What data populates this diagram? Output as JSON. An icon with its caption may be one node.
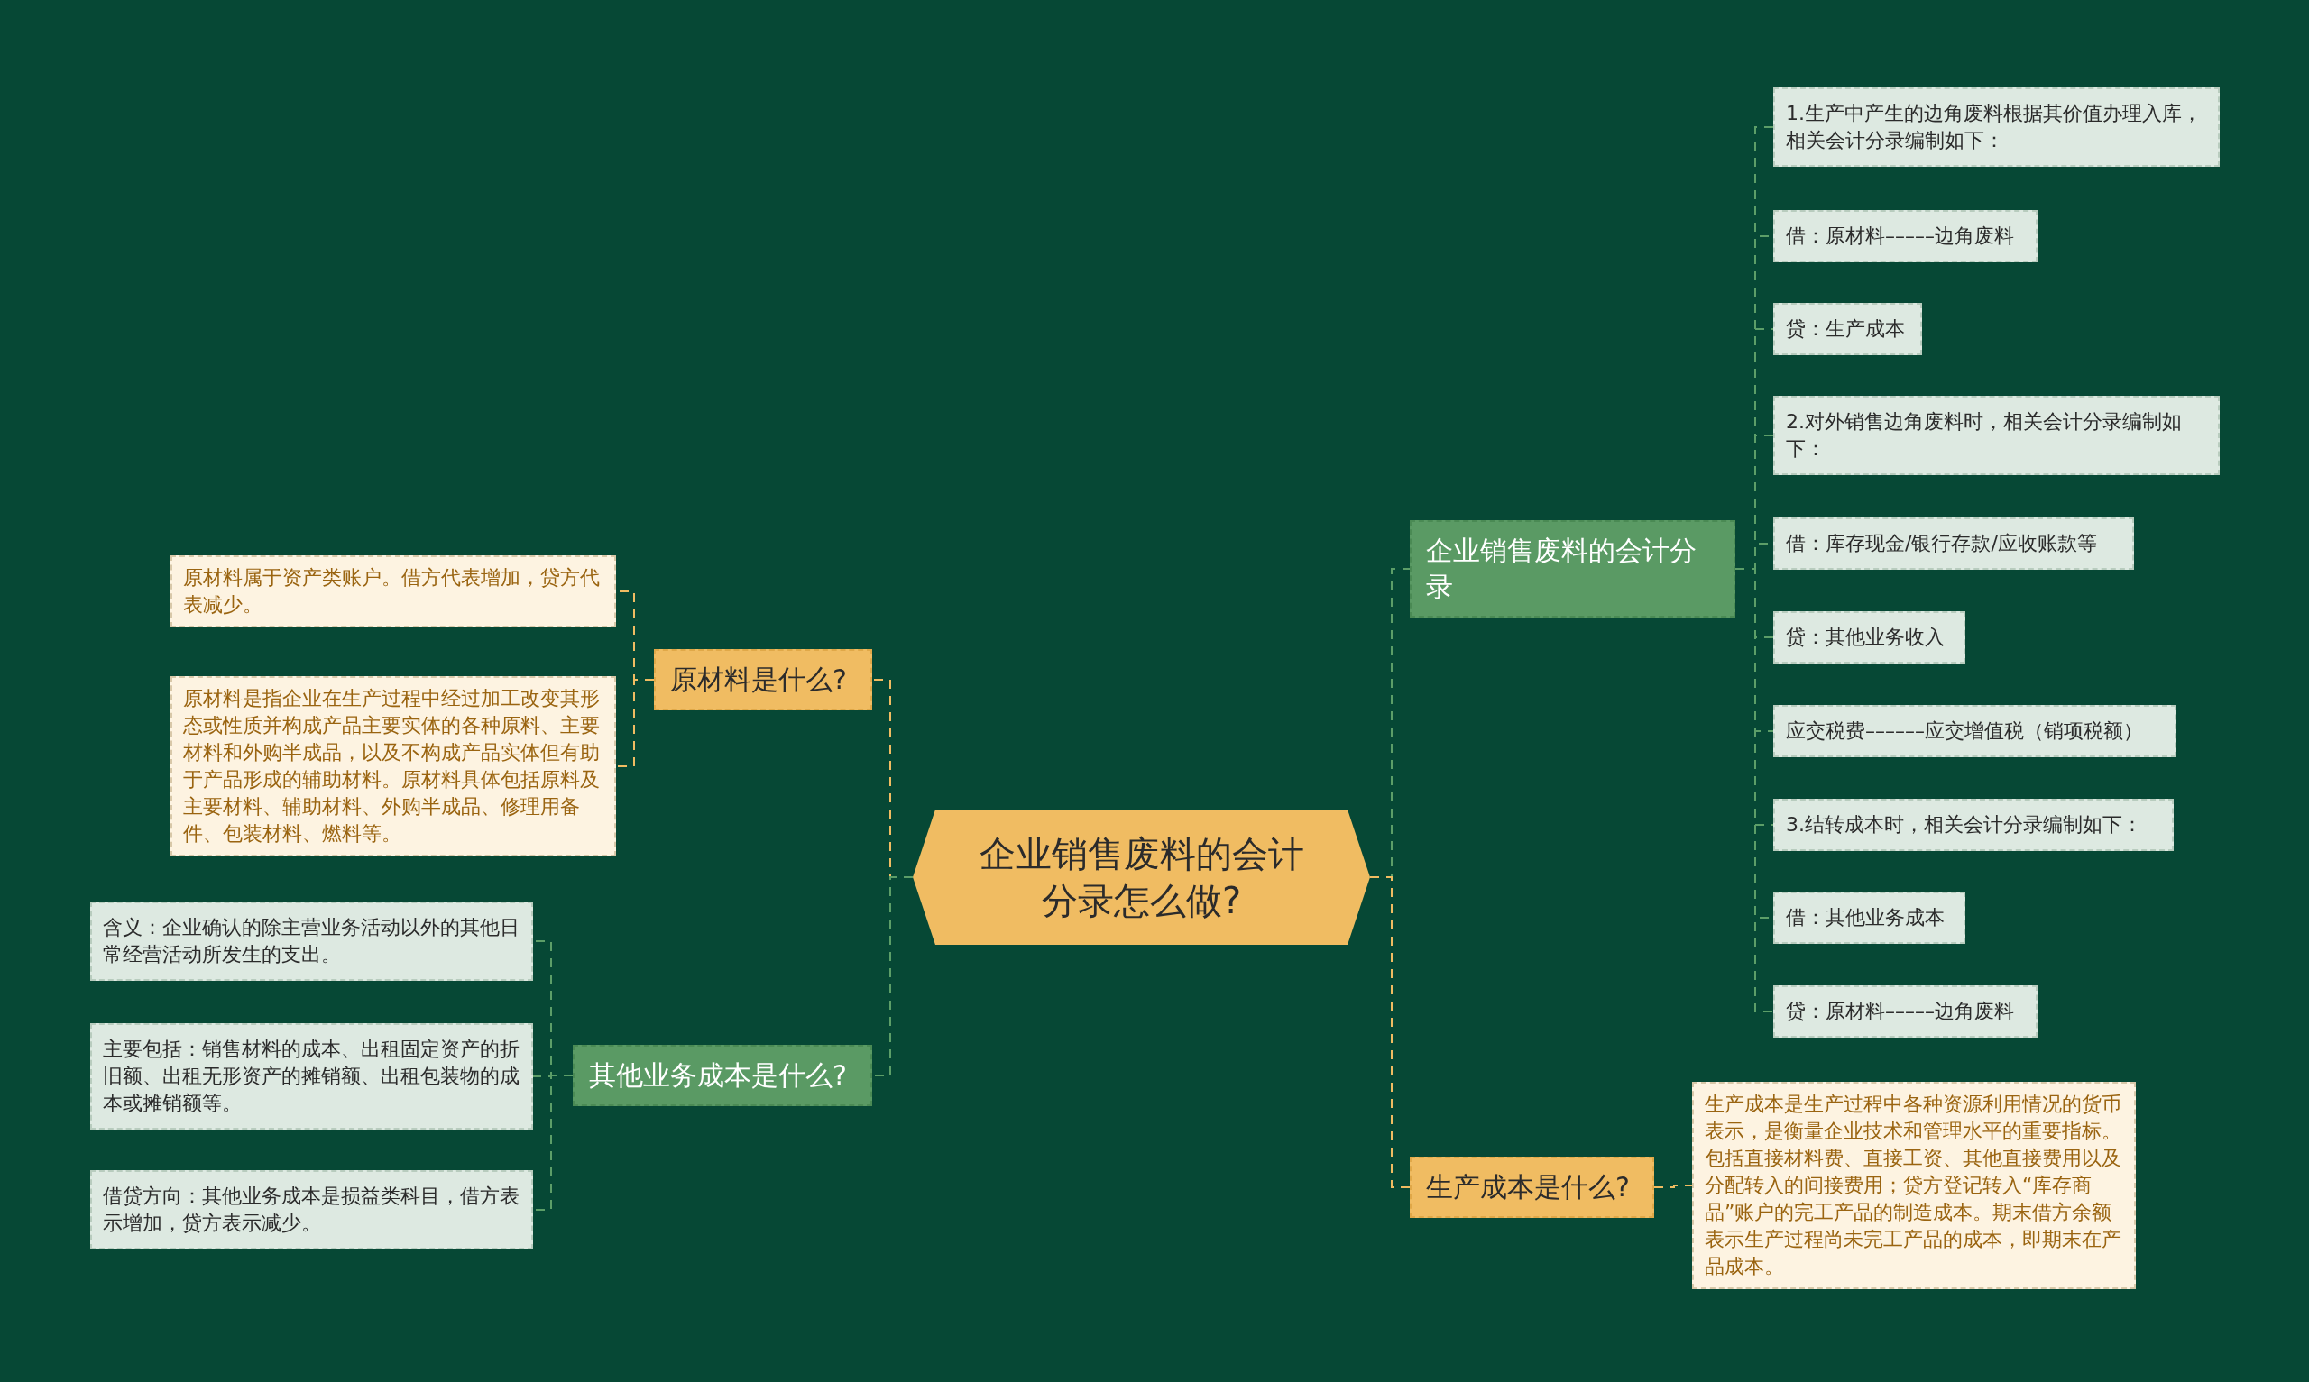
{
  "diagram": {
    "nodes": [
      {
        "text": [
          "企业销售废料的会计分录怎么做?"
        ]
      },
      {
        "text": [
          "原材料是什么?"
        ]
      },
      {
        "text": [
          "原材料属于资产类账户。借方代表增加，贷方代表减少。"
        ]
      },
      {
        "text": [
          "原材料是指企业在生产过程中经过加工改变其形态或性质并构成产品主要实体的各种原料、主要材料和外购半成品，以及不构成产品实体但有助于产品形成的辅助材料。原材料具体包括原料及主要材料、辅助材料、外购半成品、修理用备件、包装材料、燃料等。"
        ]
      },
      {
        "text": [
          "其他业务成本是什么?"
        ]
      },
      {
        "text": [
          "含义：企业确认的除主营业务活动以外的其他日常经营活动所发生的支出。"
        ]
      },
      {
        "text": [
          "主要包括：销售材料的成本、出租固定资产的折旧额、出租无形资产的摊销额、出租包装物的成本或摊销额等。"
        ]
      },
      {
        "text": [
          "借贷方向：其他业务成本是损益类科目，借方表示增加，贷方表示减少。"
        ]
      },
      {
        "text": [
          "企业销售废料的会计分录"
        ]
      },
      {
        "text": [
          "1.生产中产生的边角废料根据其价值办理入库，相关会计分录编制如下："
        ]
      },
      {
        "text": [
          "借：原材料–––––边角废料"
        ]
      },
      {
        "text": [
          "贷：生产成本"
        ]
      },
      {
        "text": [
          "2.对外销售边角废料时，相关会计分录编制如下："
        ]
      },
      {
        "text": [
          "借：库存现金/银行存款/应收账款等"
        ]
      },
      {
        "text": [
          "贷：其他业务收入"
        ]
      },
      {
        "text": [
          "应交税费––––––应交增值税（销项税额）"
        ]
      },
      {
        "text": [
          "3.结转成本时，相关会计分录编制如下："
        ]
      },
      {
        "text": [
          "借：其他业务成本"
        ]
      },
      {
        "text": [
          "贷：原材料–––––边角废料"
        ]
      },
      {
        "text": [
          "生产成本是什么?"
        ]
      },
      {
        "text": [
          "生产成本是生产过程中各种资源利用情况的货币表示，是衡量企业技术和管理水平的重要指标。包括直接材料费、直接工资、其他直接费用以及分配转入的间接费用；贷方登记转入“库存商品”账户的完工产品的制造成本。期末借方余额表示生产过程尚未完工产品的成本，即期末在产品成本。"
        ]
      }
    ],
    "edges": [
      {
        "from": 0,
        "to": 1,
        "arrow": "none",
        "style": "dashed",
        "color": "#f0bc62"
      },
      {
        "from": 1,
        "to": 2,
        "arrow": "none",
        "style": "dashed",
        "color": "#f0bc62"
      },
      {
        "from": 1,
        "to": 3,
        "arrow": "none",
        "style": "dashed",
        "color": "#f0bc62"
      },
      {
        "from": 0,
        "to": 4,
        "arrow": "none",
        "style": "dashed",
        "color": "#5c9e68"
      },
      {
        "from": 4,
        "to": 5,
        "arrow": "none",
        "style": "dashed",
        "color": "#5c9e68"
      },
      {
        "from": 4,
        "to": 6,
        "arrow": "none",
        "style": "dashed",
        "color": "#5c9e68"
      },
      {
        "from": 4,
        "to": 7,
        "arrow": "none",
        "style": "dashed",
        "color": "#5c9e68"
      },
      {
        "from": 0,
        "to": 8,
        "arrow": "none",
        "style": "dashed",
        "color": "#5c9e68"
      },
      {
        "from": 8,
        "to": 9,
        "arrow": "none",
        "style": "dashed",
        "color": "#5c9e68"
      },
      {
        "from": 8,
        "to": 10,
        "arrow": "none",
        "style": "dashed",
        "color": "#5c9e68"
      },
      {
        "from": 8,
        "to": 11,
        "arrow": "none",
        "style": "dashed",
        "color": "#5c9e68"
      },
      {
        "from": 8,
        "to": 12,
        "arrow": "none",
        "style": "dashed",
        "color": "#5c9e68"
      },
      {
        "from": 8,
        "to": 13,
        "arrow": "none",
        "style": "dashed",
        "color": "#5c9e68"
      },
      {
        "from": 8,
        "to": 14,
        "arrow": "none",
        "style": "dashed",
        "color": "#5c9e68"
      },
      {
        "from": 8,
        "to": 15,
        "arrow": "none",
        "style": "dashed",
        "color": "#5c9e68"
      },
      {
        "from": 8,
        "to": 16,
        "arrow": "none",
        "style": "dashed",
        "color": "#5c9e68"
      },
      {
        "from": 8,
        "to": 17,
        "arrow": "none",
        "style": "dashed",
        "color": "#5c9e68"
      },
      {
        "from": 8,
        "to": 18,
        "arrow": "none",
        "style": "dashed",
        "color": "#5c9e68"
      },
      {
        "from": 0,
        "to": 19,
        "arrow": "none",
        "style": "dashed",
        "color": "#f0bc62"
      },
      {
        "from": 19,
        "to": 20,
        "arrow": "none",
        "style": "dashed",
        "color": "#f0bc62"
      }
    ]
  }
}
